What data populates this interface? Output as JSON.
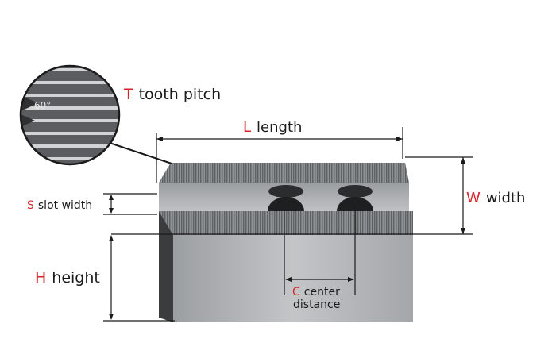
{
  "colors": {
    "accent": "#d8242b",
    "text": "#1a1a1a",
    "steel": "#a9acaf"
  },
  "labels": {
    "tooth_pitch": {
      "letter": "T",
      "text": "tooth pitch"
    },
    "length": {
      "letter": "L",
      "text": "length"
    },
    "width": {
      "letter": "W",
      "text": "width"
    },
    "slot_width": {
      "letter": "S",
      "text": "slot width"
    },
    "height": {
      "letter": "H",
      "text": "height"
    },
    "center_distance": {
      "letter": "C",
      "text": "center",
      "text2": "distance"
    },
    "angle": "60°"
  }
}
